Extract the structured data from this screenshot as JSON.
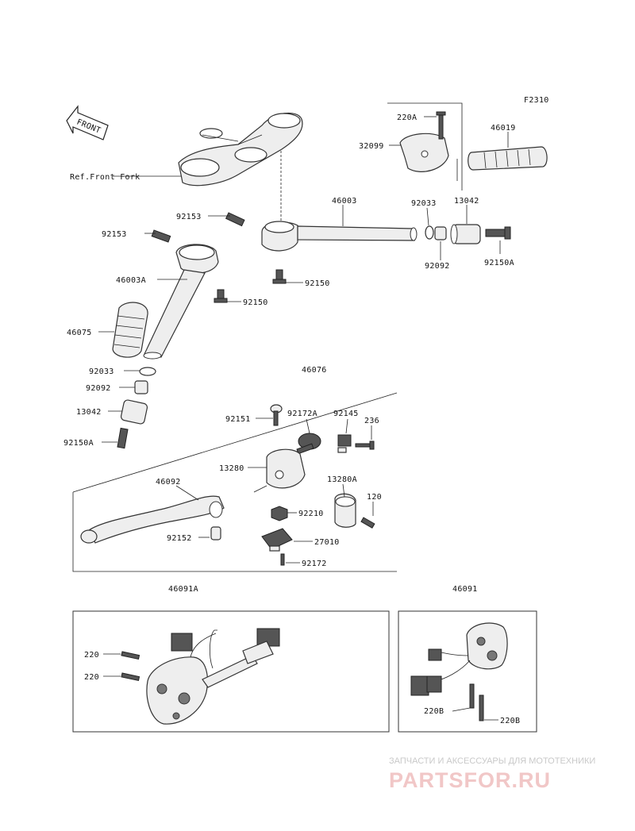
{
  "figure_code": "F2310",
  "front_arrow": "FRONT",
  "ref_label": "Ref.Front Fork",
  "labels": {
    "p220A": "220A",
    "p32099": "32099",
    "p46019": "46019",
    "p46003": "46003",
    "p92033_r": "92033",
    "p13042_r": "13042",
    "p92153_a": "92153",
    "p92153_b": "92153",
    "p92092_r": "92092",
    "p92150A_r": "92150A",
    "p46003A": "46003A",
    "p92150_a": "92150",
    "p92150_b": "92150",
    "p46075": "46075",
    "p92033_l": "92033",
    "p92092_l": "92092",
    "p46076": "46076",
    "p13042_l": "13042",
    "p92150A_l": "92150A",
    "p92151": "92151",
    "p92172A": "92172A",
    "p92145": "92145",
    "p236": "236",
    "p13280": "13280",
    "p46092": "46092",
    "p13280A": "13280A",
    "p120": "120",
    "p92210": "92210",
    "p92152": "92152",
    "p27010": "27010",
    "p92172": "92172",
    "p46091A": "46091A",
    "p46091": "46091",
    "p220_a": "220",
    "p220_b": "220",
    "p220B_a": "220B",
    "p220B_b": "220B"
  },
  "watermark": {
    "top": "ЗАПЧАСТИ И АКСЕССУАРЫ ДЛЯ МОТОТЕХНИКИ",
    "main": "PARTSFOR.RU"
  }
}
